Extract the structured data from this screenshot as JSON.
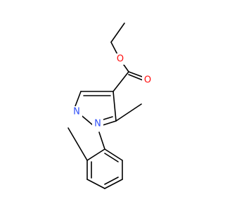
{
  "molecule": {
    "atom_labels": [
      {
        "id": "o-ether",
        "text": "O",
        "color": "#ff0d0d"
      },
      {
        "id": "o-carbonyl",
        "text": "O",
        "color": "#ff0d0d"
      },
      {
        "id": "n-ring-2",
        "text": "N",
        "color": "#3050f8"
      },
      {
        "id": "n-ring-1",
        "text": "N",
        "color": "#3050f8"
      }
    ],
    "bond_color": "#000000",
    "background": "#ffffff"
  }
}
